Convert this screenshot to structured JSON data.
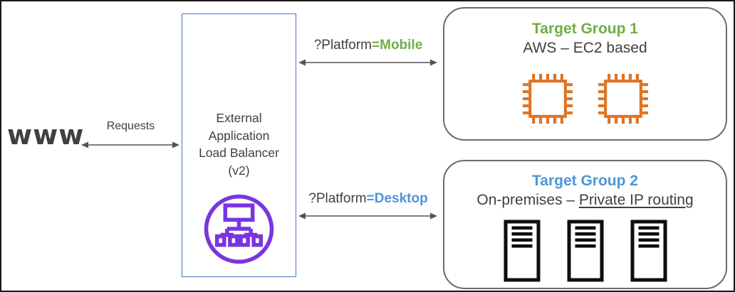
{
  "colors": {
    "frame": "#1a1a1a",
    "dark": "#404040",
    "arrow": "#555555",
    "lb-border": "#4472C4",
    "group-border": "#6b6b6b",
    "green": "#70AD47",
    "blue": "#4E95D8",
    "purple": "#7A35E0",
    "orange": "#DF7322",
    "server": "#0d0d0d"
  },
  "www": {
    "label": "www"
  },
  "requests": {
    "label": "Requests"
  },
  "load_balancer": {
    "lines": [
      "External",
      "Application",
      "Load Balancer",
      "(v2)"
    ],
    "icon": "elastic-load-balancer-icon"
  },
  "routes": {
    "mobile": {
      "prefix": "?Platform",
      "value": "=Mobile"
    },
    "desktop": {
      "prefix": "?Platform",
      "value": "=Desktop"
    }
  },
  "target_group_1": {
    "title": "Target Group 1",
    "subtitle": "AWS – EC2 based",
    "icon": "microchip-icon",
    "icon_count": 2
  },
  "target_group_2": {
    "title": "Target Group 2",
    "subtitle_prefix": "On-premises – ",
    "subtitle_underlined": "Private IP routing",
    "icon": "server-icon",
    "icon_count": 3
  }
}
